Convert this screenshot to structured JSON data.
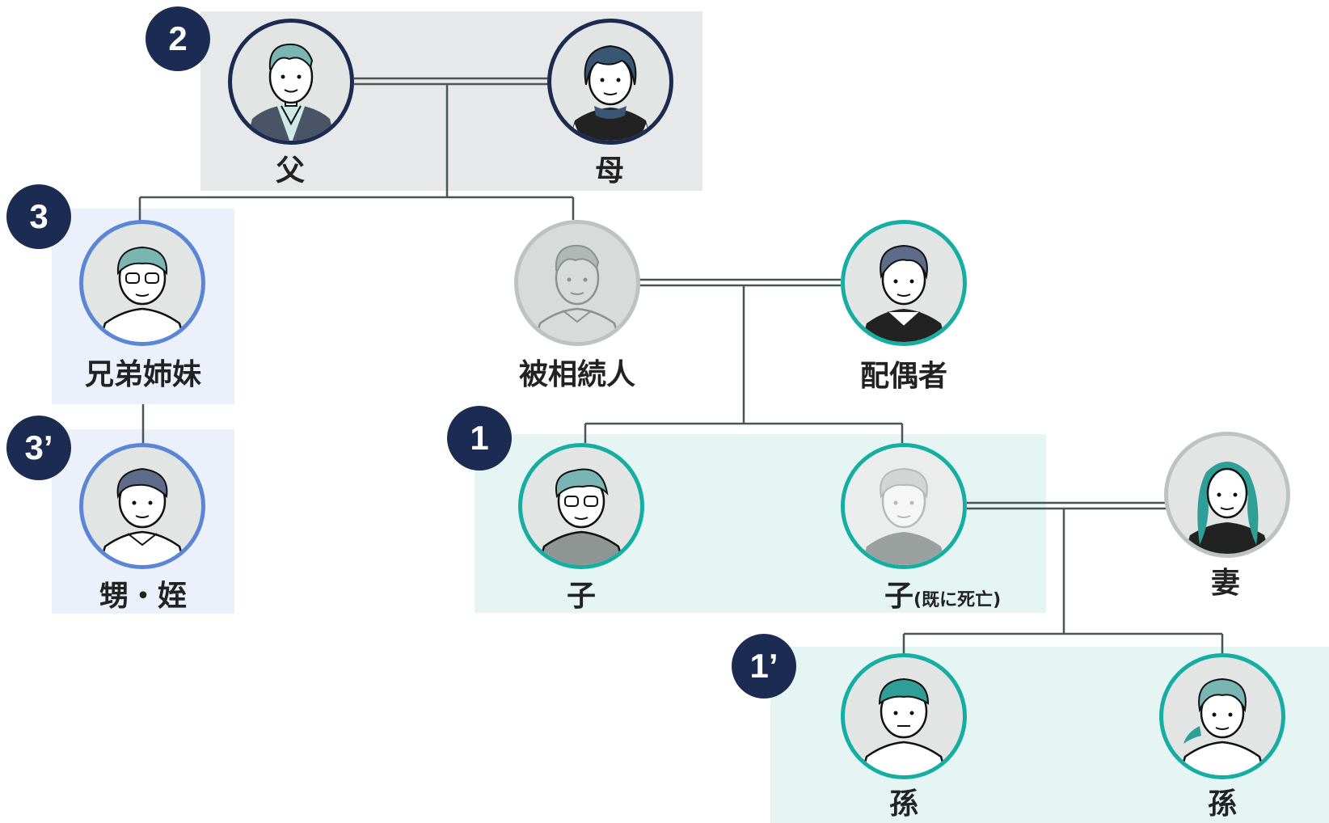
{
  "colors": {
    "badge": "#1c2b52",
    "parents_background": "#e6e8ea",
    "siblings_background": "#ebf0fb",
    "descendants_background": "#e5f5f3",
    "ring_navy": "#1c2b52",
    "ring_blue": "#5b86d6",
    "ring_teal": "#16aea3",
    "ring_gray": "#bcc3c1",
    "connector": "#4a5554"
  },
  "badges": {
    "parents": "2",
    "siblings": "3",
    "nephews": "3’",
    "children": "1",
    "grandchildren": "1’"
  },
  "people": {
    "father": {
      "label": "父",
      "icon": "father-avatar-icon"
    },
    "mother": {
      "label": "母",
      "icon": "mother-avatar-icon"
    },
    "siblings": {
      "label": "兄弟姉妹",
      "icon": "sibling-avatar-icon"
    },
    "nephews": {
      "label": "甥・姪",
      "icon": "nephew-avatar-icon"
    },
    "deceased": {
      "label": "被相続人",
      "icon": "deceased-avatar-icon"
    },
    "spouse": {
      "label": "配偶者",
      "icon": "spouse-avatar-icon"
    },
    "child": {
      "label": "子",
      "icon": "child-avatar-icon"
    },
    "child_deceased": {
      "label": "子",
      "note": "(既に死亡)",
      "icon": "deceased-child-avatar-icon"
    },
    "wife": {
      "label": "妻",
      "icon": "wife-avatar-icon"
    },
    "grandchild_1": {
      "label": "孫",
      "icon": "grandson-avatar-icon"
    },
    "grandchild_2": {
      "label": "孫",
      "icon": "granddaughter-avatar-icon"
    }
  }
}
